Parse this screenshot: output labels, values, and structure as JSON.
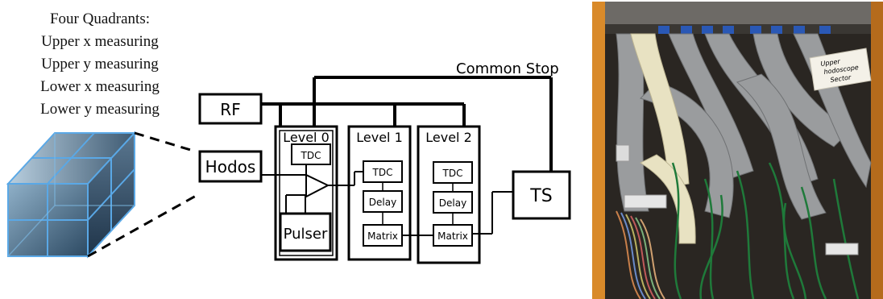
{
  "legend": {
    "title": "Four Quadrants:",
    "lines": [
      "Upper x measuring",
      "Upper y measuring",
      "Lower x measuring",
      "Lower y measuring"
    ]
  },
  "diagram": {
    "common_stop": "Common Stop",
    "rf": "RF",
    "hodos": "Hodos",
    "level0": "Level 0",
    "level1": "Level 1",
    "level2": "Level 2",
    "tdc": "TDC",
    "delay": "Delay",
    "matrix": "Matrix",
    "pulser": "Pulser",
    "ts": "TS"
  },
  "photo": {
    "note_lines": [
      "Upper",
      "hodoscope",
      "Sector"
    ]
  },
  "colors": {
    "line": "#000000",
    "cube_face": "#5f7f99",
    "cube_edge": "#5aa8e6",
    "rack_bg": "#2a2622",
    "ribbon_gray": "#9a9c9e",
    "ribbon_cream": "#e8e2c2",
    "cable_green": "#1f7a3a",
    "frame_orange": "#d98a2a"
  }
}
